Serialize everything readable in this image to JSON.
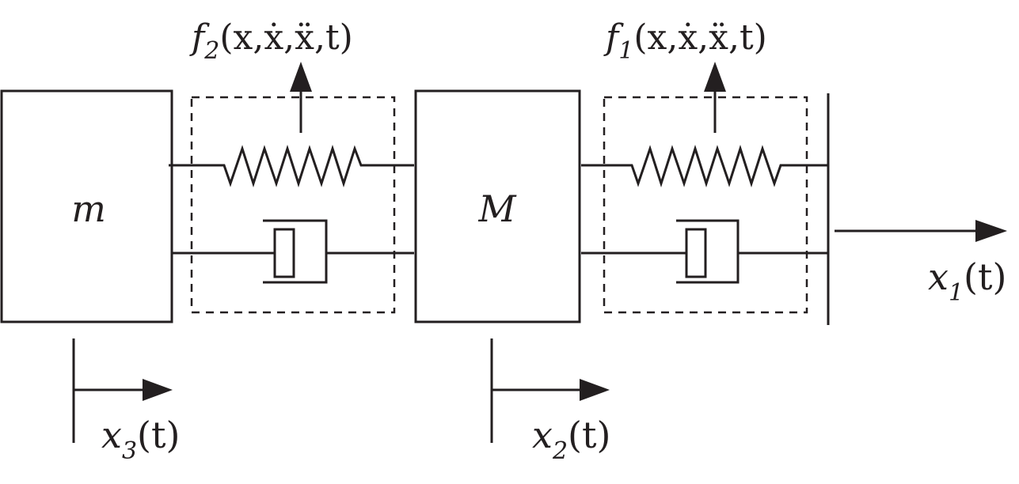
{
  "masses": [
    {
      "id": "m",
      "label": "m"
    },
    {
      "id": "M",
      "label": "M"
    }
  ],
  "forces": [
    {
      "id": "f2",
      "base": "f",
      "sub": "2",
      "args": "(x,ẋ,ẍ,t)"
    },
    {
      "id": "f1",
      "base": "f",
      "sub": "1",
      "args": "(x,ẋ,ẍ,t)"
    }
  ],
  "displacements": [
    {
      "id": "x3",
      "base": "x",
      "sub": "3",
      "arg": "(t)"
    },
    {
      "id": "x2",
      "base": "x",
      "sub": "2",
      "arg": "(t)"
    },
    {
      "id": "x1",
      "base": "x",
      "sub": "1",
      "arg": "(t)"
    }
  ],
  "colors": {
    "ink": "#231f20",
    "background": "#ffffff"
  }
}
